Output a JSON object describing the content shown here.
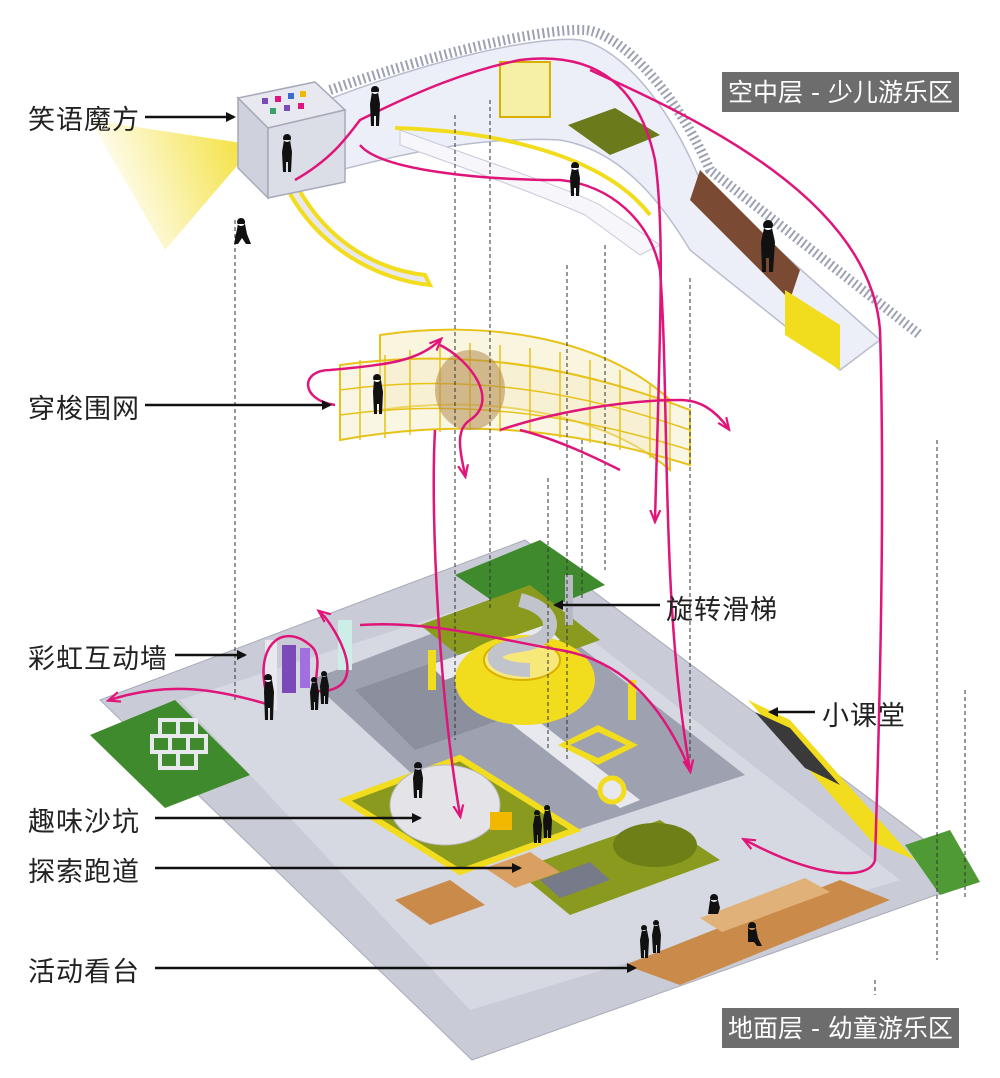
{
  "layer_tags": {
    "sky": "空中层 - 少儿游乐区",
    "ground": "地面层 - 幼童游乐区"
  },
  "labels": {
    "cube": "笑语魔方",
    "net": "穿梭围网",
    "spiral": "旋转滑梯",
    "rainbow": "彩虹互动墙",
    "classroom": "小课堂",
    "sand": "趣味沙坑",
    "track": "探索跑道",
    "stands": "活动看台"
  },
  "colors": {
    "route": "#e0157a",
    "accent_yellow": "#f2dc1e",
    "olive": "#8a9a1e",
    "grass": "#3f8a2c",
    "paving": "#c9cbd6",
    "timber": "#c98a4a",
    "arrow": "#111111",
    "tag_bg": "#6d6d6d"
  }
}
